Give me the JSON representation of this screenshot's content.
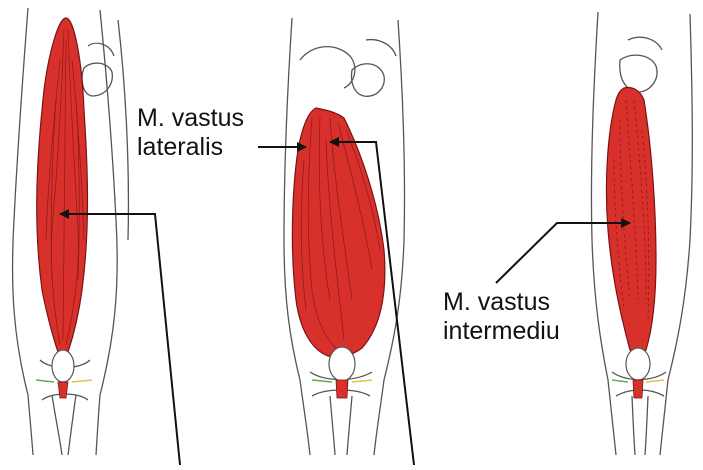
{
  "labels": {
    "vastus_lateralis": {
      "line1": "M. vastus",
      "line2": "lateralis"
    },
    "vastus_intermedius": {
      "line1": "M. vastus",
      "line2": "intermediu"
    }
  },
  "colors": {
    "muscle_fill": "#d8312c",
    "muscle_stroke": "#7a1414",
    "fiber": "#8a1616",
    "bone_outline": "#555555",
    "arrow": "#111111",
    "patella": "#ffffff",
    "knee_accent_green": "#6aa84f",
    "knee_accent_yellow": "#e0c341"
  }
}
